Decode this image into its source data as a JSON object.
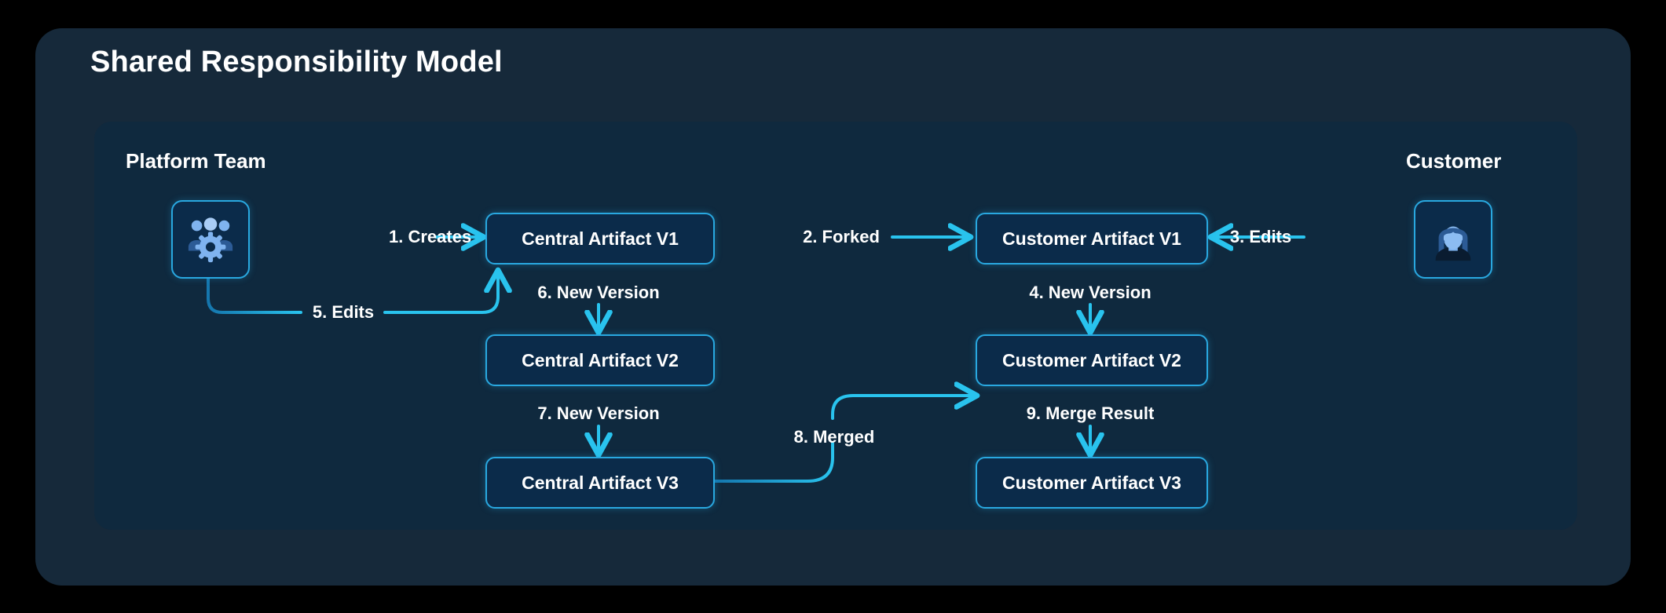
{
  "title": "Shared Responsibility Model",
  "lanes": {
    "platform": "Platform Team",
    "customer": "Customer"
  },
  "actors": [
    {
      "id": "platform-team",
      "icon": "team-gear-icon",
      "lane": "platform"
    },
    {
      "id": "customer-user",
      "icon": "user-avatar-icon",
      "lane": "customer"
    }
  ],
  "nodes": [
    {
      "id": "central-v1",
      "label": "Central Artifact V1"
    },
    {
      "id": "central-v2",
      "label": "Central Artifact V2"
    },
    {
      "id": "central-v3",
      "label": "Central Artifact V3"
    },
    {
      "id": "customer-v1",
      "label": "Customer Artifact V1"
    },
    {
      "id": "customer-v2",
      "label": "Customer Artifact V2"
    },
    {
      "id": "customer-v3",
      "label": "Customer Artifact V3"
    }
  ],
  "edges": [
    {
      "step": 1,
      "label": "1. Creates",
      "from": "platform-team",
      "to": "central-v1",
      "direction": "right"
    },
    {
      "step": 2,
      "label": "2. Forked",
      "from": "central-v1",
      "to": "customer-v1",
      "direction": "right"
    },
    {
      "step": 3,
      "label": "3. Edits",
      "from": "customer-user",
      "to": "customer-v1",
      "direction": "left"
    },
    {
      "step": 4,
      "label": "4. New Version",
      "from": "customer-v1",
      "to": "customer-v2",
      "direction": "down"
    },
    {
      "step": 5,
      "label": "5. Edits",
      "from": "platform-team",
      "to": "central-v1",
      "direction": "up"
    },
    {
      "step": 6,
      "label": "6. New Version",
      "from": "central-v1",
      "to": "central-v2",
      "direction": "down"
    },
    {
      "step": 7,
      "label": "7. New Version",
      "from": "central-v2",
      "to": "central-v3",
      "direction": "down"
    },
    {
      "step": 8,
      "label": "8. Merged",
      "from": "central-v3",
      "to": "customer-v2",
      "direction": "right"
    },
    {
      "step": 9,
      "label": "9. Merge Result",
      "from": "customer-v2",
      "to": "customer-v3",
      "direction": "down"
    }
  ],
  "colors": {
    "page_background": "#000000",
    "card_background": "#16293a",
    "panel_background": "#0f293e",
    "node_fill": "#0b2b4a",
    "node_border": "#29a8e0",
    "edge_light": "#29c3ee",
    "edge_dark": "#1576ad",
    "text": "#ffffff",
    "icon_light": "#7fb3ef",
    "icon_dark": "#2c5b96"
  }
}
